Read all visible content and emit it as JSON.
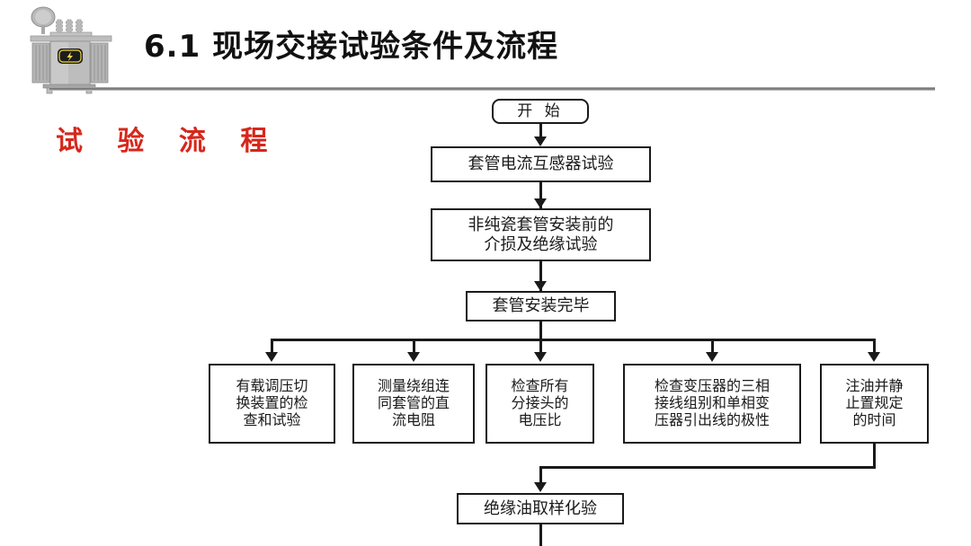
{
  "header": {
    "title": "6.1 现场交接试验条件及流程",
    "icon": "transformer-icon",
    "rule_color": "#7d7d7d"
  },
  "section": {
    "label": "试 验 流 程",
    "color": "#d6271c"
  },
  "flow": {
    "accent_color": "#1a1a1a",
    "nodes": [
      {
        "id": "start",
        "label": "开 始",
        "shape": "rounded-rect"
      },
      {
        "id": "ct-test",
        "label": "套管电流互感器试验",
        "shape": "rect"
      },
      {
        "id": "bushing-pre",
        "label": "非纯瓷套管安装前的\n介损及绝缘试验",
        "shape": "rect"
      },
      {
        "id": "bushing-done",
        "label": "套管安装完毕",
        "shape": "rect"
      },
      {
        "id": "oltc-check",
        "label": "有载调压切\n换装置的检\n查和试验",
        "shape": "rect"
      },
      {
        "id": "dc-resistance",
        "label": "测量绕组连\n同套管的直\n流电阻",
        "shape": "rect"
      },
      {
        "id": "voltage-ratio",
        "label": "检查所有\n分接头的\n电压比",
        "shape": "rect"
      },
      {
        "id": "vector-group",
        "label": "检查变压器的三相\n接线组别和单相变\n压器引出线的极性",
        "shape": "rect"
      },
      {
        "id": "oil-fill-rest",
        "label": "注油并静\n止置规定\n的时间",
        "shape": "rect"
      },
      {
        "id": "oil-sample",
        "label": "绝缘油取样化验",
        "shape": "rect"
      }
    ]
  }
}
